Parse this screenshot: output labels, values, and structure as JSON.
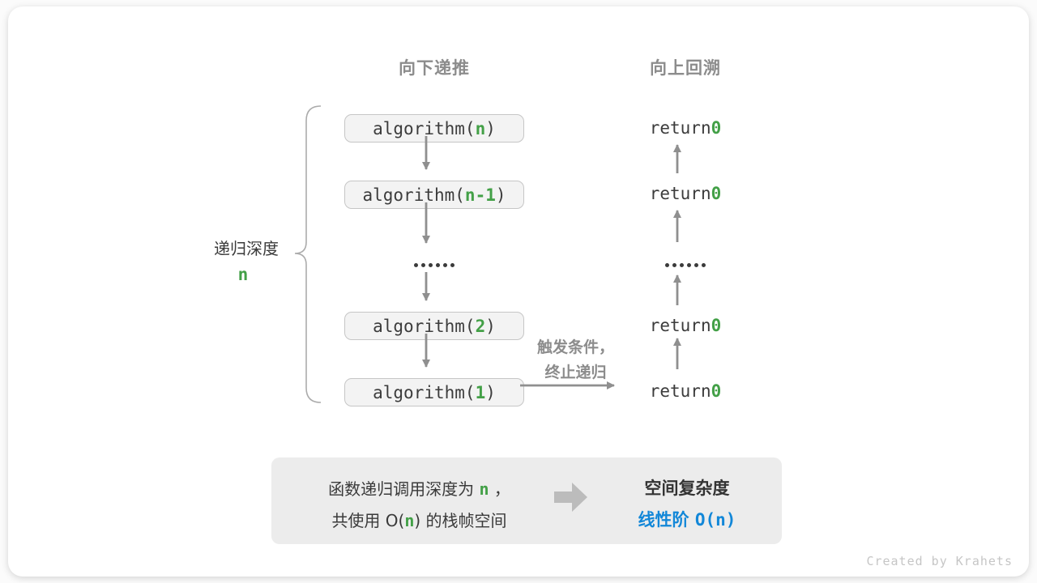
{
  "colors": {
    "green": "#43a047",
    "blue": "#1287d8",
    "arrow_gray": "#8f8f8f",
    "box_fill": "#f3f3f3",
    "box_border": "#c6c6c6",
    "muted_gray": "#8c8c8c",
    "panel_gray": "#ececec"
  },
  "headers": {
    "recurse_down": "向下递推",
    "backtrack_up": "向上回溯"
  },
  "depth_brace": {
    "label": "递归深度",
    "value": "n"
  },
  "call_boxes": [
    {
      "pre": "algorithm(",
      "arg": "n",
      "post": ")"
    },
    {
      "pre": "algorithm(",
      "arg": "n-1",
      "post": ")"
    },
    {
      "pre": "algorithm(",
      "arg": "2",
      "post": ")"
    },
    {
      "pre": "algorithm(",
      "arg": "1",
      "post": ")"
    }
  ],
  "returns": [
    {
      "pre": "return ",
      "val": "0"
    },
    {
      "pre": "return ",
      "val": "0"
    },
    {
      "pre": "return ",
      "val": "0"
    },
    {
      "pre": "return ",
      "val": "0"
    }
  ],
  "ellipsis": "……",
  "trigger_note": {
    "line1": "触发条件，",
    "line2": "终止递归"
  },
  "summary": {
    "left_line1_pre": "函数递归调用深度为 ",
    "left_line1_n": "n",
    "left_line1_post": " ，",
    "left_line2_pre": "共使用 O(",
    "left_line2_n": "n",
    "left_line2_post": ") 的栈帧空间",
    "right_title": "空间复杂度",
    "right_label": "线性阶 ",
    "right_bigo": "O(n)"
  },
  "credit": "Created by Krahets"
}
